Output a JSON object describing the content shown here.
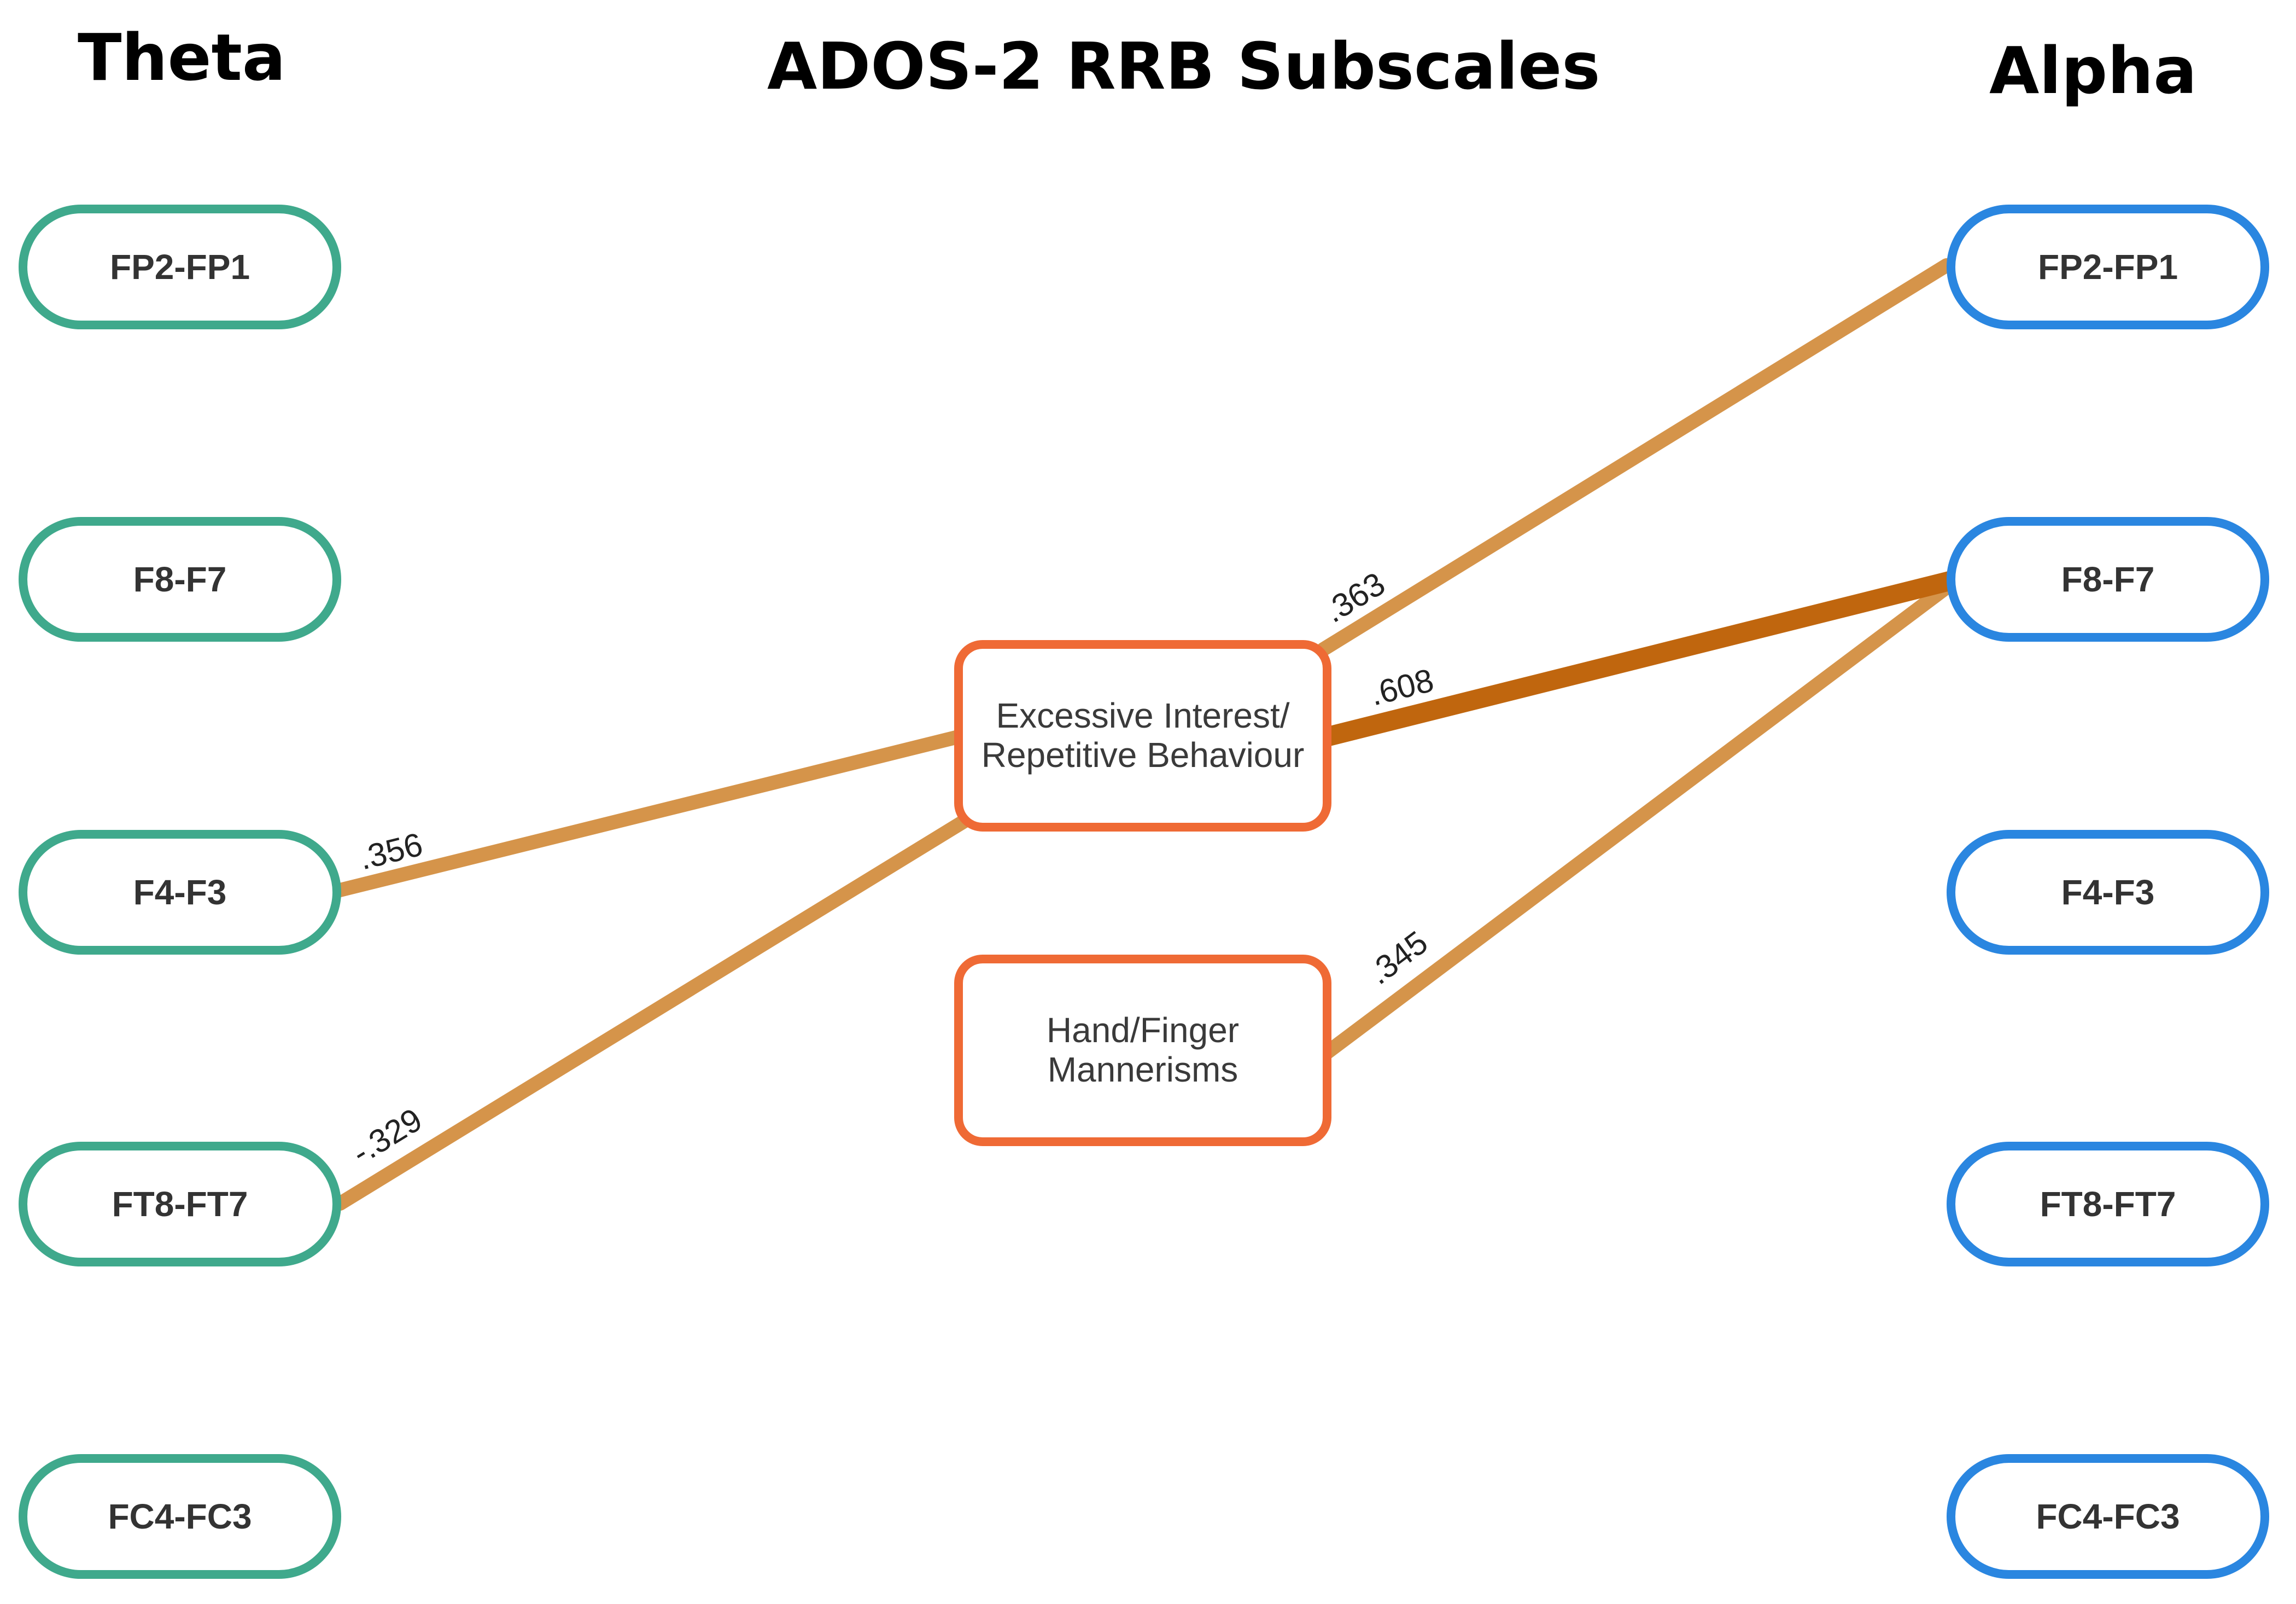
{
  "headings": {
    "theta": "Theta",
    "center": "ADOS-2 RRB Subscales",
    "alpha": "Alpha"
  },
  "theta_nodes": [
    {
      "id": "theta-fp2-fp1",
      "label": "FP2-FP1"
    },
    {
      "id": "theta-f8-f7",
      "label": "F8-F7"
    },
    {
      "id": "theta-f4-f3",
      "label": "F4-F3"
    },
    {
      "id": "theta-ft8-ft7",
      "label": "FT8-FT7"
    },
    {
      "id": "theta-fc4-fc3",
      "label": "FC4-FC3"
    }
  ],
  "alpha_nodes": [
    {
      "id": "alpha-fp2-fp1",
      "label": "FP2-FP1"
    },
    {
      "id": "alpha-f8-f7",
      "label": "F8-F7"
    },
    {
      "id": "alpha-f4-f3",
      "label": "F4-F3"
    },
    {
      "id": "alpha-ft8-ft7",
      "label": "FT8-FT7"
    },
    {
      "id": "alpha-fc4-fc3",
      "label": "FC4-FC3"
    }
  ],
  "subscales": [
    {
      "id": "excessive-interest",
      "label": "Excessive Interest/\nRepetitive Behaviour"
    },
    {
      "id": "hand-finger",
      "label": "Hand/Finger\nMannerisms"
    }
  ],
  "edges": [
    {
      "from": "theta-f4-f3",
      "to": "excessive-interest",
      "value": ".356",
      "strength": "moderate"
    },
    {
      "from": "theta-ft8-ft7",
      "to": "excessive-interest",
      "value": "-.329",
      "strength": "moderate"
    },
    {
      "from": "excessive-interest",
      "to": "alpha-fp2-fp1",
      "value": ".363",
      "strength": "moderate"
    },
    {
      "from": "excessive-interest",
      "to": "alpha-f8-f7",
      "value": ".608",
      "strength": "strong"
    },
    {
      "from": "hand-finger",
      "to": "alpha-f8-f7",
      "value": ".345",
      "strength": "moderate"
    }
  ],
  "colors": {
    "theta_border": "#3fa98c",
    "alpha_border": "#2a86e0",
    "subscale_border": "#ef6a35",
    "edge_moderate": "#d5944a",
    "edge_strong": "#c0660e"
  }
}
